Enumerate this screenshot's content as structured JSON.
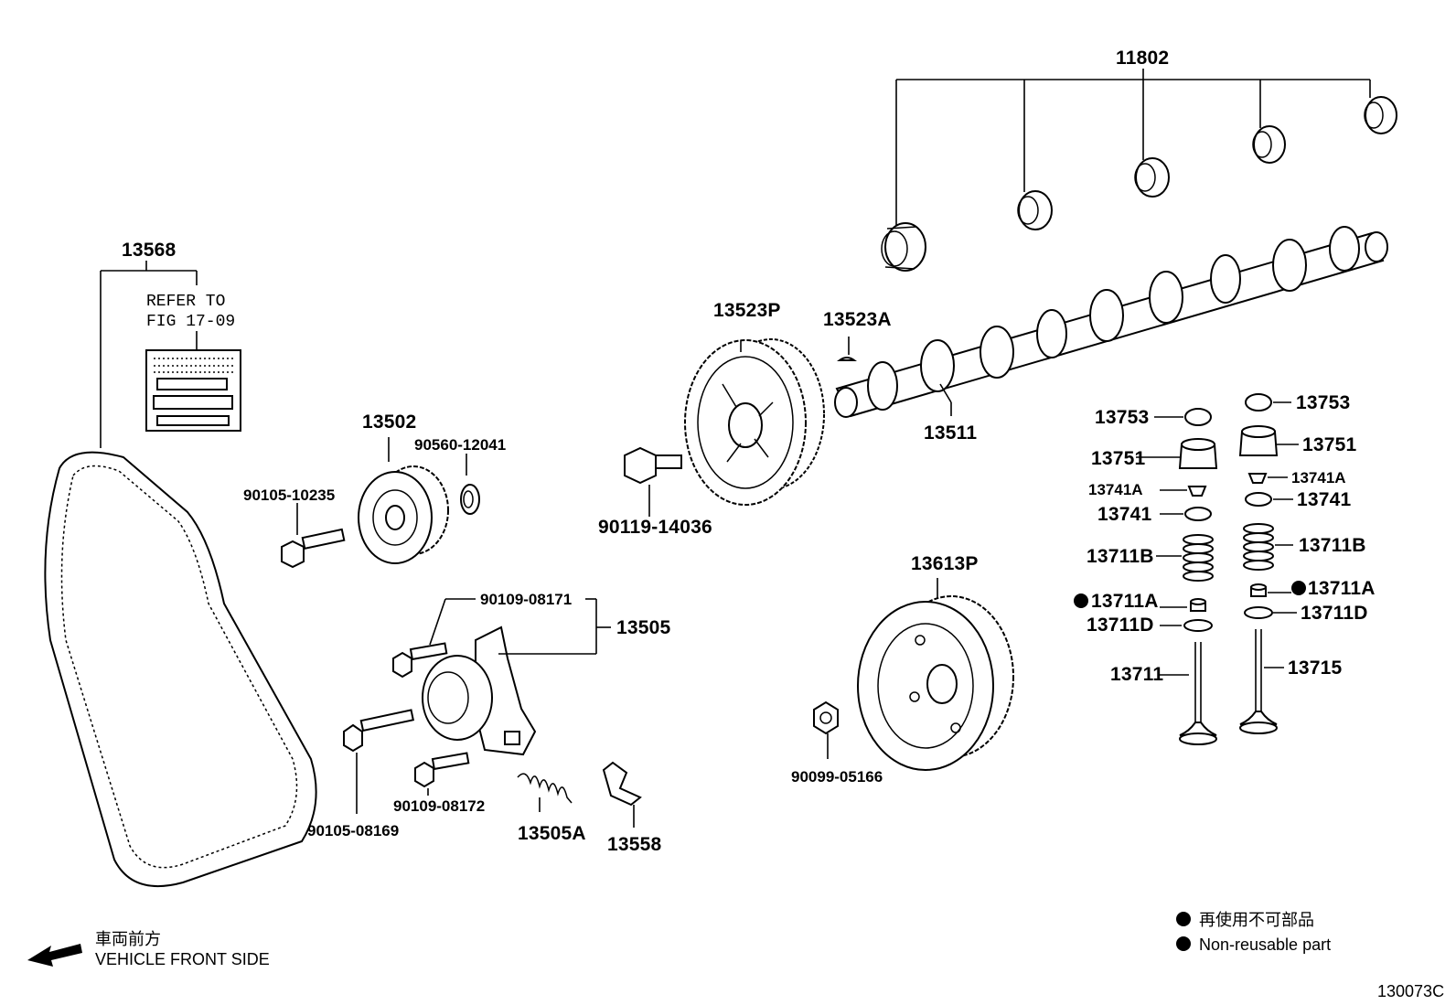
{
  "figure_code": "130073C",
  "refer": {
    "line1": "REFER TO",
    "line2": "FIG 17-09"
  },
  "direction": {
    "ja": "車両前方",
    "en": "VEHICLE FRONT SIDE"
  },
  "legend": {
    "ja": "再使用不可部品",
    "en": "Non-reusable part"
  },
  "parts": {
    "p11802": "11802",
    "p13568": "13568",
    "p13523P": "13523P",
    "p13523A": "13523A",
    "p13511": "13511",
    "p13502": "13502",
    "p90560": "90560-12041",
    "p90105_10235": "90105-10235",
    "p90119": "90119-14036",
    "p90109_08171": "90109-08171",
    "p13505": "13505",
    "p90105_08169": "90105-08169",
    "p90109_08172": "90109-08172",
    "p13505A": "13505A",
    "p13558": "13558",
    "p13613P": "13613P",
    "p90099": "90099-05166",
    "p13753_l": "13753",
    "p13753_r": "13753",
    "p13751_l": "13751",
    "p13751_r": "13751",
    "p13741A_l": "13741A",
    "p13741A_r": "13741A",
    "p13741_l": "13741",
    "p13741_r": "13741",
    "p13711B_l": "13711B",
    "p13711B_r": "13711B",
    "p13711A_l": "13711A",
    "p13711A_r": "13711A",
    "p13711D_l": "13711D",
    "p13711D_r": "13711D",
    "p13711": "13711",
    "p13715": "13715"
  }
}
